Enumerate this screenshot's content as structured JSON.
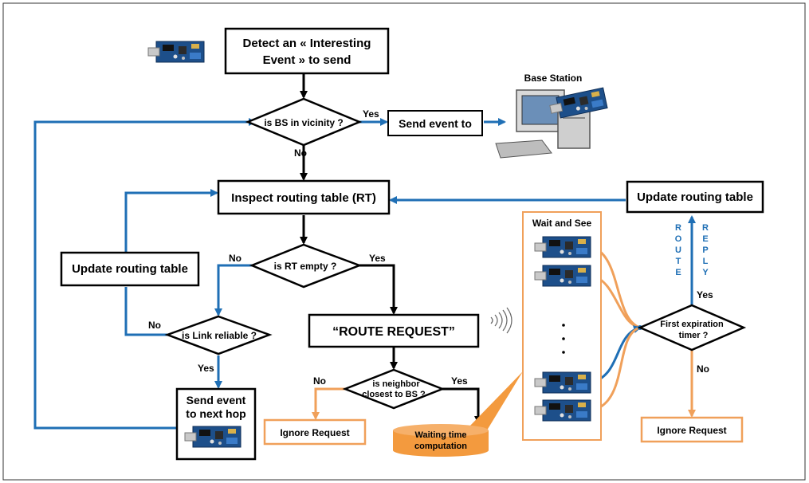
{
  "nodes": {
    "detect": {
      "line1": "Detect an « Interesting",
      "line2": "Event » to send"
    },
    "bs_vicinity": "is BS in vicinity ?",
    "send_event_to": "Send event to",
    "base_station": "Base Station",
    "inspect_rt": "Inspect routing table (RT)",
    "update_rt_right": "Update routing table",
    "update_rt_left": "Update routing table",
    "rt_empty": "is RT empty ?",
    "link_reliable": "is Link reliable ?",
    "route_request": "“ROUTE REQUEST”",
    "neighbor_closest": {
      "line1": "is neighbor",
      "line2": "closest to BS ?"
    },
    "send_next_hop": {
      "line1": "Send event",
      "line2": "to next hop"
    },
    "ignore_request_left": "Ignore Request",
    "waiting_time": {
      "line1": "Waiting time",
      "line2": "computation"
    },
    "wait_and_see": "Wait  and See",
    "first_expiration": {
      "line1": "First expiration",
      "line2": "timer ?"
    },
    "ignore_request_right": "Ignore Request",
    "route_label": [
      "R",
      "O",
      "U",
      "T",
      "E"
    ],
    "reply_label": [
      "R",
      "E",
      "P",
      "L",
      "Y"
    ]
  },
  "edge_labels": {
    "bs_yes": "Yes",
    "bs_no": "No",
    "rt_no": "No",
    "rt_yes": "Yes",
    "link_no": "No",
    "link_yes": "Yes",
    "neighbor_no": "No",
    "neighbor_yes": "Yes",
    "timer_yes": "Yes",
    "timer_no": "No"
  },
  "colors": {
    "blue": "#1f6fb5",
    "orange": "#f0a05a",
    "orange_fill": "#f39a3e",
    "black": "#000000"
  }
}
